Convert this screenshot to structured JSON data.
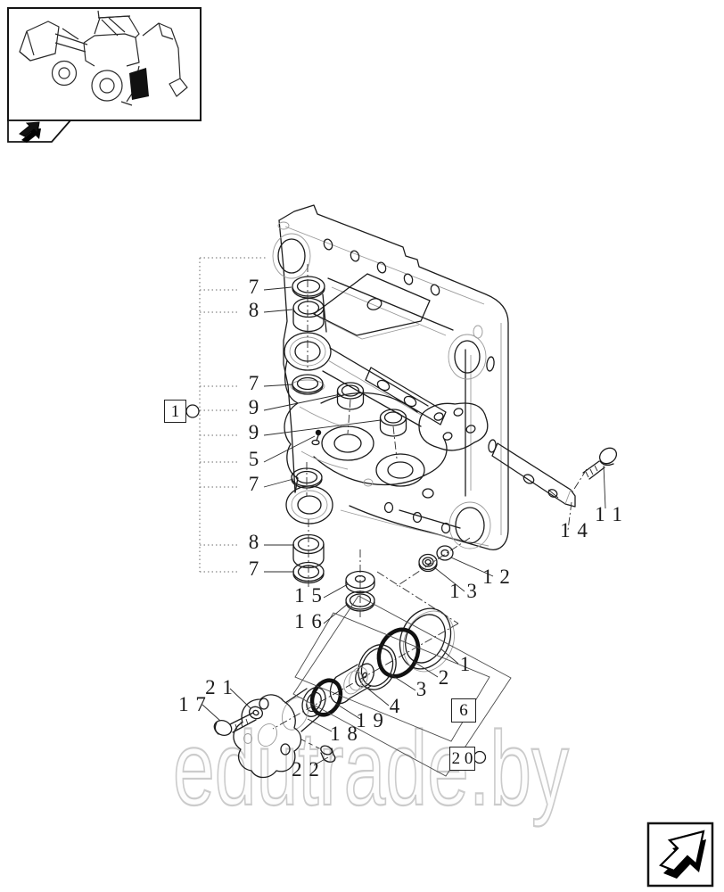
{
  "page": {
    "background": "#ffffff",
    "watermark": {
      "text": "edutrade.by",
      "color": "#cbcbcb"
    }
  },
  "header": {
    "thumbnail_icon": "backhoe-loader-thumbnail",
    "prev_icon": "section-back-arrow-icon"
  },
  "footer": {
    "next_icon": "section-next-arrow-icon"
  },
  "diagram": {
    "title_hidden": "",
    "reference_boxes": [
      {
        "label": "1"
      },
      {
        "label": "6"
      },
      {
        "label": "2 0"
      }
    ],
    "callouts": [
      {
        "text": "7"
      },
      {
        "text": "8"
      },
      {
        "text": "7"
      },
      {
        "text": "9"
      },
      {
        "text": "9"
      },
      {
        "text": "5"
      },
      {
        "text": "7"
      },
      {
        "text": "8"
      },
      {
        "text": "7"
      },
      {
        "text": "1 5"
      },
      {
        "text": "1 6"
      },
      {
        "text": "1 2"
      },
      {
        "text": "1 3"
      },
      {
        "text": "1 1"
      },
      {
        "text": "1 4"
      },
      {
        "text": "1"
      },
      {
        "text": "2"
      },
      {
        "text": "3"
      },
      {
        "text": "4"
      },
      {
        "text": "1 9"
      },
      {
        "text": "1 8"
      },
      {
        "text": "2 2"
      },
      {
        "text": "2 1"
      },
      {
        "text": "1 7"
      }
    ]
  }
}
